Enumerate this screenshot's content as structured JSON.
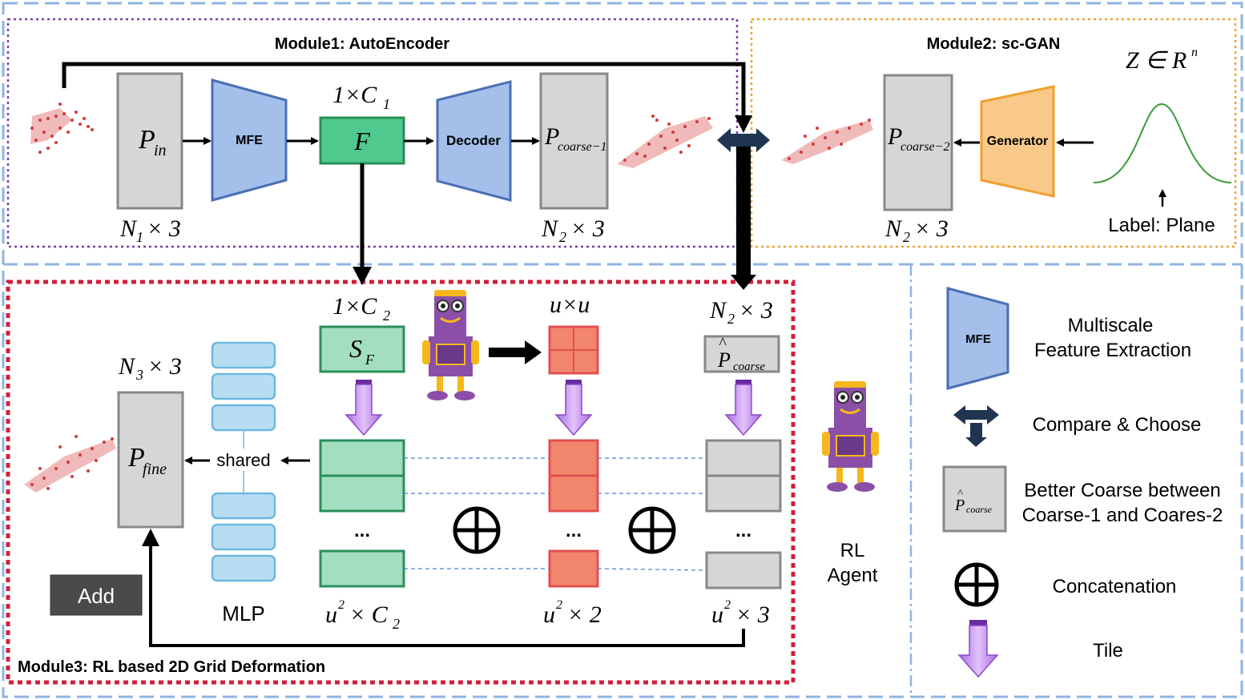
{
  "module1": {
    "title": "Module1: AutoEncoder"
  },
  "module2": {
    "title": "Module2: sc-GAN"
  },
  "module3": {
    "title": "Module3: RL based 2D Grid Deformation"
  },
  "labels": {
    "mfe": "MFE",
    "decoder": "Decoder",
    "generator": "Generator",
    "shared": "shared",
    "mlp": "MLP",
    "add": "Add",
    "label_plane": "Label: Plane",
    "rl_agent_line1": "RL",
    "rl_agent_line2": "Agent",
    "dots": "..."
  },
  "math": {
    "p_in": "P",
    "p_in_sub": "in",
    "n1x3": "N",
    "n1_sub": "1",
    "n1_rest": "× 3",
    "one_c1": "1×C",
    "c1_sub": "1",
    "f": "F",
    "p_coarse1": "P",
    "p_coarse1_sub": "coarse−1",
    "n2x3_a": "N",
    "n2_sub_a": "2",
    "n2_rest_a": "× 3",
    "z_in_r": "Z ∈ R",
    "z_sup": "n",
    "p_coarse2": "P",
    "p_coarse2_sub": "coarse−2",
    "n2x3_b": "N",
    "n2_sub_b": "2",
    "n2_rest_b": "× 3",
    "one_c2": "1×C",
    "c2_sub": "2",
    "s_f": "S",
    "s_f_sub": "F",
    "uxu": "u×u",
    "n2x3_c": "N",
    "n2_sub_c": "2",
    "n2_rest_c": "× 3",
    "p_hat": "P",
    "p_hat_sub": "coarse",
    "hat": "^",
    "n3x3": "N",
    "n3_sub": "3",
    "n3_rest": "× 3",
    "p_fine": "P",
    "p_fine_sub": "fine",
    "u2c2": "u",
    "u2c2_sup": "2",
    "u2c2_rest": "× C",
    "u2c2_sub": "2",
    "u2x2": "u",
    "u2x2_sup": "2",
    "u2x2_rest": "× 2",
    "u2x3": "u",
    "u2x3_sup": "2",
    "u2x3_rest": "× 3"
  },
  "legend": {
    "mfe_label": "MFE",
    "mfe_desc_1": "Multiscale",
    "mfe_desc_2": "Feature Extraction",
    "compare": "Compare & Choose",
    "better_1": "Better Coarse between",
    "better_2": "Coarse-1 and Coares-2",
    "concat": "Concatenation",
    "tile": "Tile"
  },
  "colors": {
    "module1_border": "#7b3fa0",
    "module2_border": "#f0a030",
    "module3_border": "#d0203a",
    "dashed_blue": "#8fb4e3",
    "blue_block": "#a3bfea",
    "green_block": "#4fc98e",
    "light_green": "#a3dec0",
    "gray_block": "#d6d6d6",
    "orange_block": "#f9c98a",
    "salmon": "#f2866c",
    "light_blue": "#b8ddf2",
    "point_red": "#d43a3a",
    "purple_arrow": "#c58cf0"
  }
}
